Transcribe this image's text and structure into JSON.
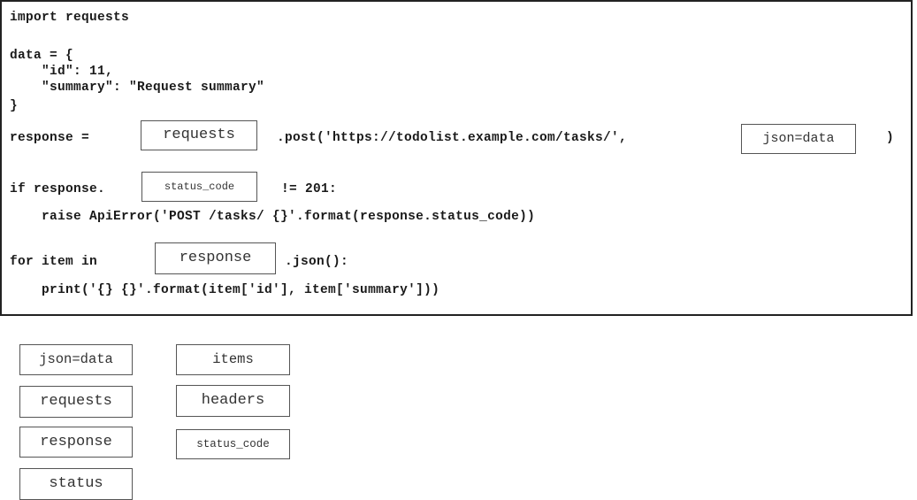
{
  "code": {
    "line1": "import requests",
    "line3": "data = {",
    "line4": "    \"id\": 11,",
    "line5": "    \"summary\": \"Request summary\"",
    "line6": "}",
    "line7a": "response =",
    "line7b": ".post('https://todolist.example.com/tasks/',",
    "line7c": ")",
    "line9a": "if response.",
    "line9b": "!= 201:",
    "line10": "    raise ApiError('POST /tasks/ {}'.format(response.status_code))",
    "line12a": "for item in",
    "line12b": ".json():",
    "line13": "    print('{} {}'.format(item['id'], item['summary']))"
  },
  "slots": {
    "s1": "requests",
    "s2": "json=data",
    "s3": "status_code",
    "s4": "response"
  },
  "options": {
    "o1": "json=data",
    "o2": "items",
    "o3": "requests",
    "o4": "headers",
    "o5": "response",
    "o6": "status_code",
    "o7": "status"
  }
}
